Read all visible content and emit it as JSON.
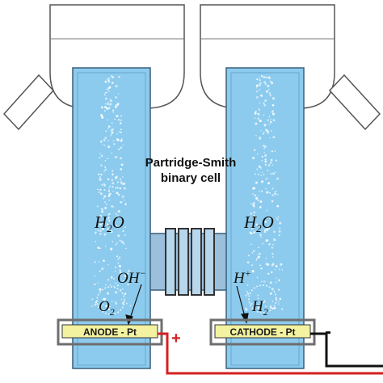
{
  "title": {
    "line1": "Partridge-Smith",
    "line2": "binary cell"
  },
  "left_column": {
    "molecule_main": "H",
    "molecule_sub": "2",
    "molecule_tail": "O",
    "ion_main": "OH",
    "ion_sup": "−",
    "gas_main": "O",
    "gas_sub": "2",
    "electrode_label": "ANODE - Pt",
    "terminal_sign": "+"
  },
  "right_column": {
    "molecule_main": "H",
    "molecule_sub": "2",
    "molecule_tail": "O",
    "ion_main": "H",
    "ion_sup": "+",
    "gas_main": "H",
    "gas_sub": "2",
    "electrode_label": "CATHODE - Pt",
    "terminal_sign": "-"
  },
  "colors": {
    "water": "#8ccbee",
    "water_edge": "#3a5f7a",
    "electrode": "#f2f2a0",
    "bridge": "#9cc0dc",
    "positive_wire": "#d42020",
    "negative_wire": "#111111"
  }
}
